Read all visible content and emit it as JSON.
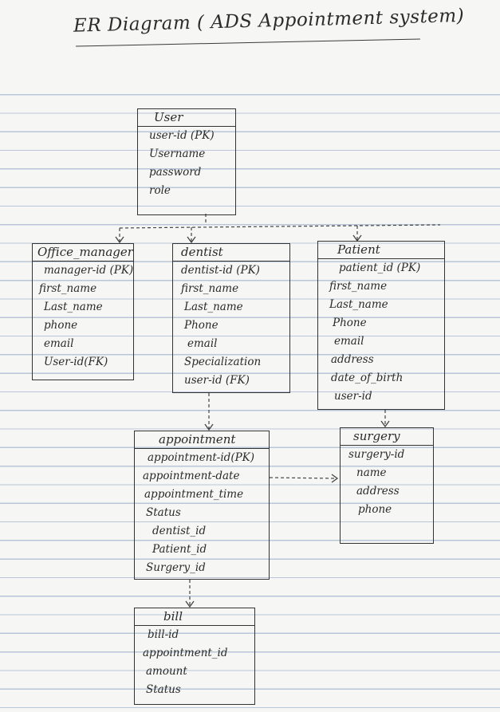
{
  "title": "ER Diagram ( ADS Appointment system)",
  "entities": {
    "user": {
      "name": "User",
      "attributes": [
        "user-id (PK)",
        "Username",
        "password",
        "role"
      ]
    },
    "office_manager": {
      "name": "Office_manager",
      "attributes": [
        "manager-id (PK)",
        "first_name",
        "Last_name",
        "phone",
        "email",
        "User-id(FK)"
      ]
    },
    "dentist": {
      "name": "dentist",
      "attributes": [
        "dentist-id (PK)",
        "first_name",
        "Last_name",
        "Phone",
        "email",
        "Specialization",
        "user-id (FK)"
      ]
    },
    "patient": {
      "name": "Patient",
      "attributes": [
        "patient_id (PK)",
        "first_name",
        "Last_name",
        "Phone",
        "email",
        "address",
        "date_of_birth",
        "user-id"
      ]
    },
    "appointment": {
      "name": "appointment",
      "attributes": [
        "appointment-id(PK)",
        "appointment-date",
        "appointment_time",
        "Status",
        "dentist_id",
        "Patient_id",
        "Surgery_id"
      ]
    },
    "surgery": {
      "name": "surgery",
      "attributes": [
        "surgery-id",
        "name",
        "address",
        "phone"
      ]
    },
    "bill": {
      "name": "bill",
      "attributes": [
        "bill-id",
        "appointment_id",
        "amount",
        "Status"
      ]
    }
  }
}
